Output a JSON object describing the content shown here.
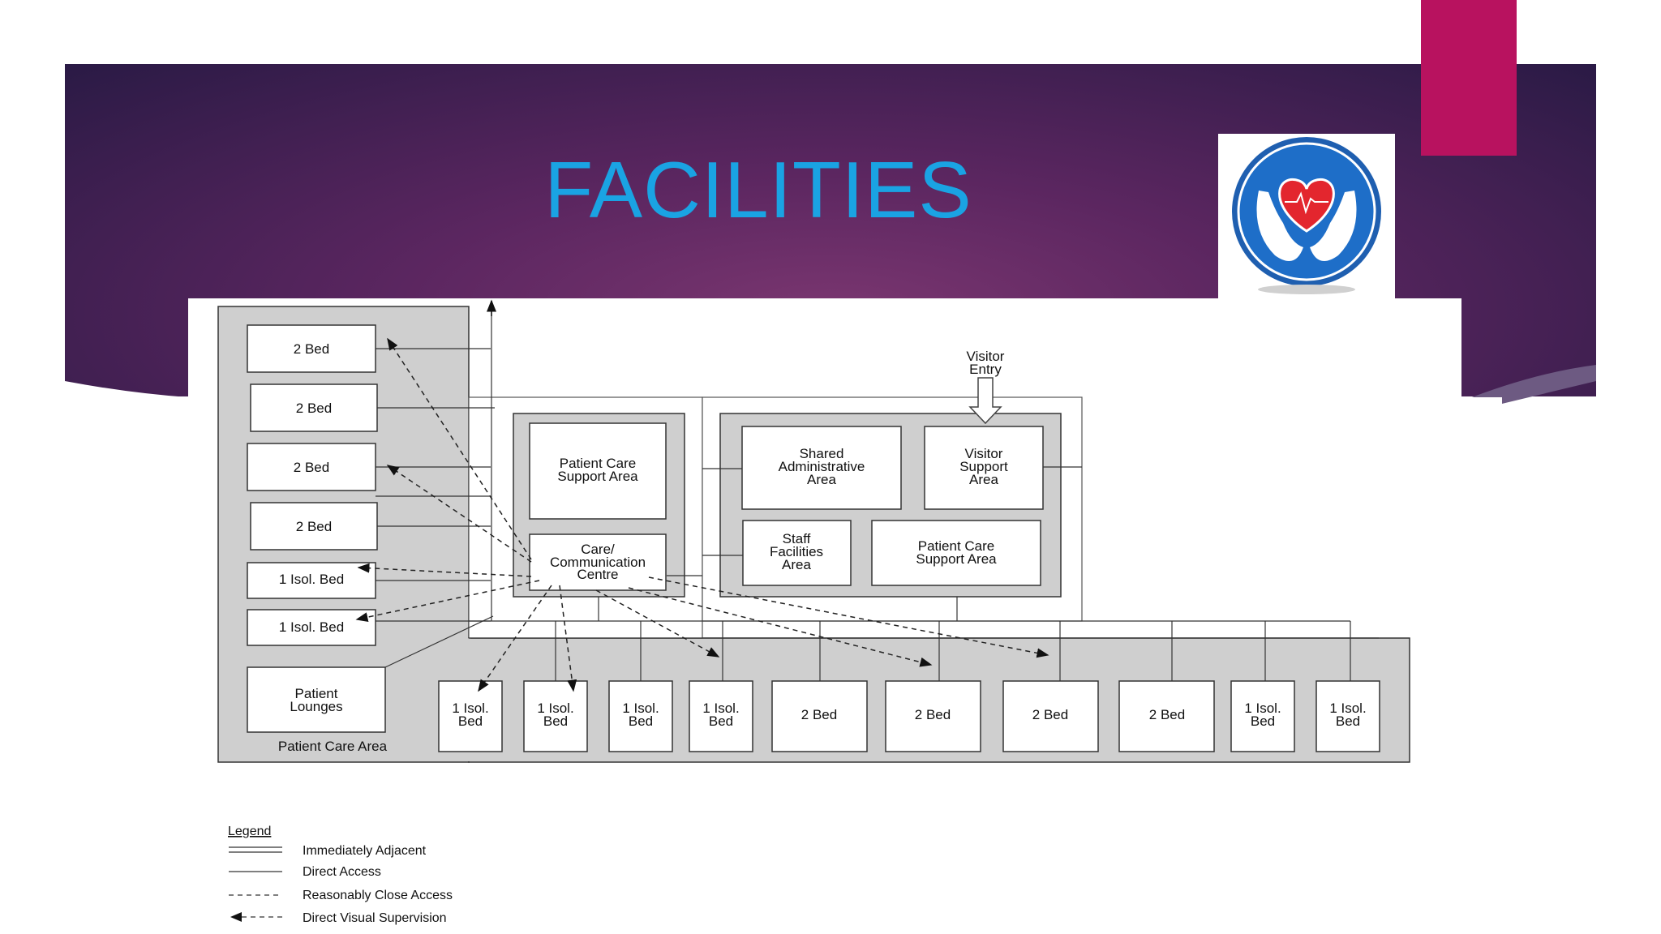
{
  "slide": {
    "title": "FACILITIES",
    "colors": {
      "title": "#1aa3e3",
      "accent_bar": "#b8125f",
      "banner_dark": "#2a1a45",
      "banner_light": "#7a3670",
      "logo_blue": "#1f5fb0",
      "logo_heart": "#e3262e"
    },
    "logo_icon": "heart-in-hands-icon"
  },
  "diagram": {
    "left_rooms": [
      "2 Bed",
      "2 Bed",
      "2 Bed",
      "2 Bed",
      "1 Isol. Bed",
      "1 Isol. Bed"
    ],
    "patient_lounges": "Patient Lounges",
    "patient_care_area": "Patient Care Area",
    "patient_care_support_1": "Patient Care Support Area",
    "care_communication_centre": "Care/ Communication Centre",
    "shared_admin": "Shared Administrative Area",
    "visitor_support": "Visitor Support Area",
    "staff_facilities": "Staff Facilities Area",
    "patient_care_support_2": "Patient Care Support Area",
    "visitor_entry": "Visitor Entry",
    "bottom_rooms": [
      "1 Isol. Bed",
      "1 Isol. Bed",
      "1 Isol. Bed",
      "1 Isol. Bed",
      "2 Bed",
      "2 Bed",
      "2 Bed",
      "2 Bed",
      "1 Isol. Bed",
      "1 Isol. Bed"
    ]
  },
  "legend": {
    "title": "Legend",
    "items": [
      "Immediately Adjacent",
      "Direct Access",
      "Reasonably Close Access",
      "Direct Visual Supervision"
    ]
  }
}
